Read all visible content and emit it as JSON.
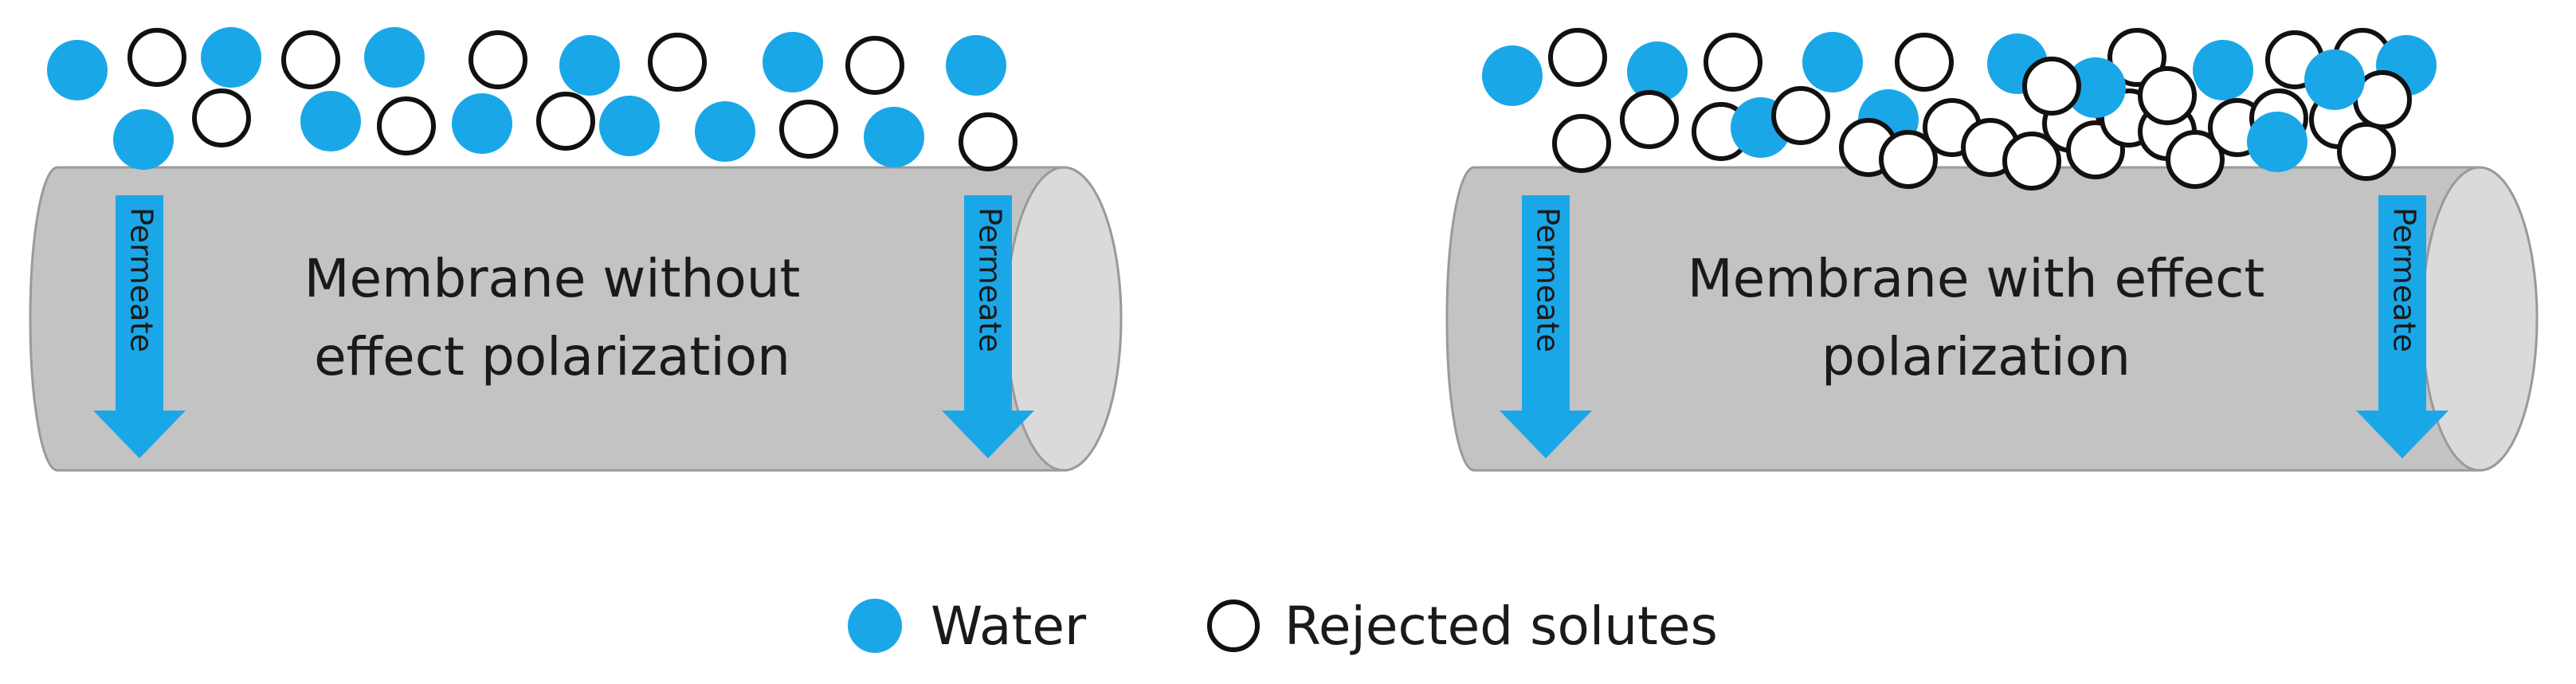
{
  "colors": {
    "water": "#1aa7e8",
    "solute_fill": "#ffffff",
    "solute_stroke": "#111111",
    "membrane_body": "#c3c3c3",
    "membrane_end": "#dadada",
    "membrane_stroke": "#9a9a9a"
  },
  "panels": [
    {
      "label_lines": [
        "Membrane without",
        "effect polarization"
      ],
      "permeate_labels": [
        "Permeate",
        "Permeate"
      ]
    },
    {
      "label_lines": [
        "Membrane with effect",
        "polarization"
      ],
      "permeate_labels": [
        "Permeate",
        "Permeate"
      ]
    }
  ],
  "legend": {
    "water_label": "Water",
    "solutes_label": "Rejected solutes"
  }
}
